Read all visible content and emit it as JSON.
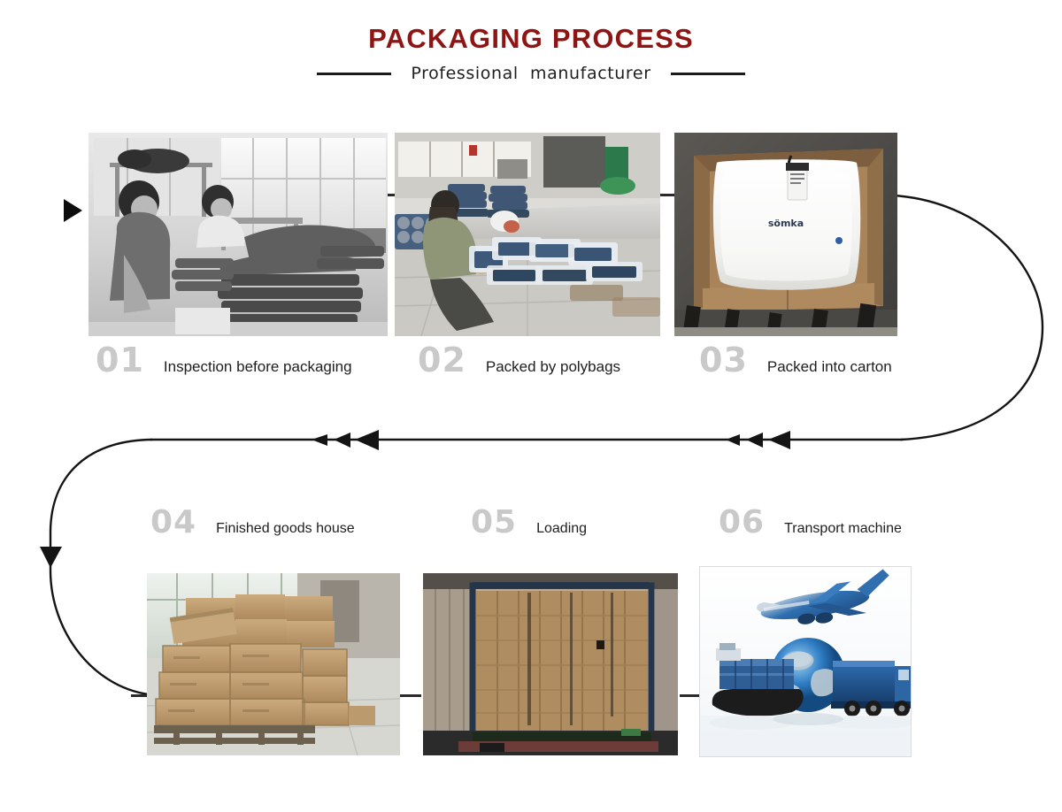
{
  "header": {
    "title": "PACKAGING PROCESS",
    "subtitle": "Professional  manufacturer",
    "title_color": "#8f1514",
    "subtitle_color": "#1f1f1f",
    "rule_color": "#1b1b1b"
  },
  "flow": {
    "line_color": "#141414",
    "arrow_color": "#141414",
    "direction": "01 → 02 → 03 → 04 → 05 → 06",
    "start_marker": "right-triangle",
    "end_marker": "down-triangle"
  },
  "steps": [
    {
      "number": "01",
      "label": "Inspection before packaging",
      "alt": "Workers inspecting folded grey garments on a table in a factory",
      "tone": "grayscale"
    },
    {
      "number": "02",
      "label": "Packed by polybags",
      "alt": "Worker placing folded denim garments into clear polybags",
      "tone": "color"
    },
    {
      "number": "03",
      "label": "Packed into carton",
      "alt": "White polybagged garment placed inside an open brown carton",
      "tone": "color"
    },
    {
      "number": "04",
      "label": "Finished goods house",
      "alt": "Stacked brown cartons on pallets inside a finished goods warehouse",
      "tone": "color"
    },
    {
      "number": "05",
      "label": "Loading",
      "alt": "Shipping container fully loaded with brown cartons",
      "tone": "color"
    },
    {
      "number": "06",
      "label": "Transport machine",
      "alt": "Airplane, globe, container ship and truck logistics illustration",
      "tone": "color"
    }
  ],
  "palette": {
    "number_grey": "#c9c9c9",
    "caption_black": "#1e1e1e",
    "background": "#ffffff"
  }
}
